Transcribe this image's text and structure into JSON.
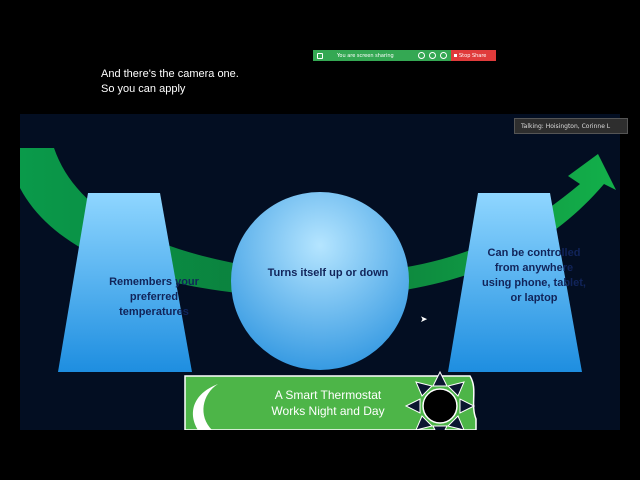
{
  "share_bar": {
    "status_text": "You are screen sharing",
    "stop_label": "Stop Share"
  },
  "caption": {
    "line1": "And there's the camera one.",
    "line2": "So you can apply"
  },
  "talking_indicator": "Talking: Hoisington, Corinne L",
  "slide": {
    "left_block": "Remembers your preferred temperatures",
    "center_block": "Turns itself up or down",
    "right_block": "Can be controlled from anywhere using phone, tablet, or laptop",
    "banner_line1": "A Smart Thermostat",
    "banner_line2": "Works Night and Day"
  },
  "colors": {
    "share_green": "#34a853",
    "stop_red": "#e03b3b",
    "arrow_green": "#0a9a4a",
    "banner_green": "#4db548",
    "shape_blue_top": "#8fd6ff",
    "shape_blue_bottom": "#1e8ee0",
    "slide_bg": "#030e22"
  }
}
